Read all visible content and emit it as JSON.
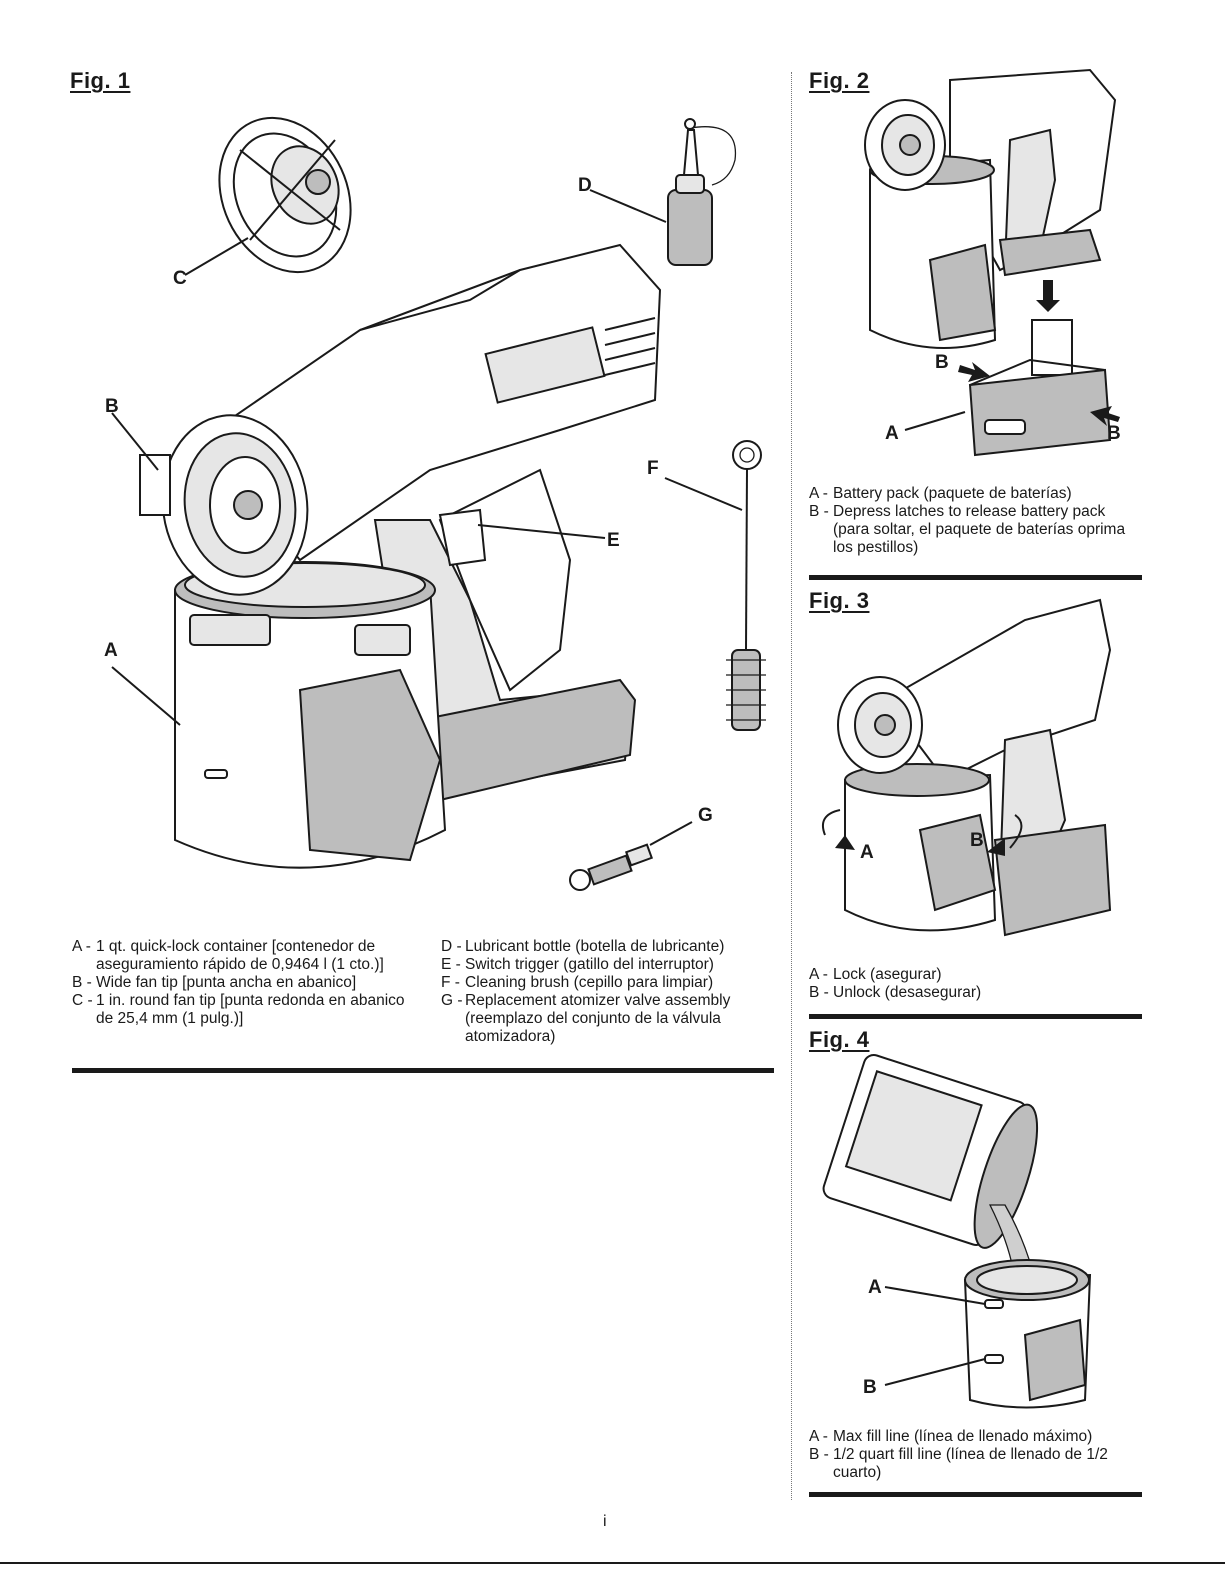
{
  "fig1": {
    "title": "Fig. 1",
    "callouts": {
      "a": "A",
      "b": "B",
      "c": "C",
      "d": "D",
      "e": "E",
      "f": "F",
      "g": "G"
    },
    "legend_left": [
      {
        "key": "A -",
        "text": "1 qt. quick-lock container [contenedor de aseguramiento rápido de 0,9464 l (1 cto.)]"
      },
      {
        "key": "B -",
        "text": "Wide fan tip [punta ancha en abanico]"
      },
      {
        "key": "C -",
        "text": "1 in. round fan tip [punta redonda en abanico de 25,4 mm (1 pulg.)]"
      }
    ],
    "legend_right": [
      {
        "key": "D -",
        "text": "Lubricant bottle (botella de lubricante)"
      },
      {
        "key": "E -",
        "text": "Switch trigger (gatillo del interruptor)"
      },
      {
        "key": "F -",
        "text": "Cleaning brush (cepillo para limpiar)"
      },
      {
        "key": "G -",
        "text": "Replacement atomizer valve assembly (reemplazo del conjunto de la válvula atomizadora)"
      }
    ]
  },
  "fig2": {
    "title": "Fig. 2",
    "callouts": {
      "a": "A",
      "b1": "B",
      "b2": "B"
    },
    "legend": [
      {
        "key": "A -",
        "text": "Battery pack (paquete de baterías)"
      },
      {
        "key": "B -",
        "text": "Depress latches to release battery pack (para soltar, el paquete de baterías oprima los pestillos)"
      }
    ]
  },
  "fig3": {
    "title": "Fig. 3",
    "callouts": {
      "a": "A",
      "b": "B"
    },
    "legend": [
      {
        "key": "A -",
        "text": "Lock (asegurar)"
      },
      {
        "key": "B -",
        "text": "Unlock (desasegurar)"
      }
    ]
  },
  "fig4": {
    "title": "Fig. 4",
    "callouts": {
      "a": "A",
      "b": "B"
    },
    "legend": [
      {
        "key": "A -",
        "text": "Max fill line (línea de llenado máximo)"
      },
      {
        "key": "B -",
        "text": "1/2 quart fill line (línea de llenado de 1/2 cuarto)"
      }
    ]
  },
  "page_number": "i",
  "colors": {
    "ink": "#1a1a1a",
    "paper": "#ffffff",
    "shade": "#bdbdbd"
  }
}
